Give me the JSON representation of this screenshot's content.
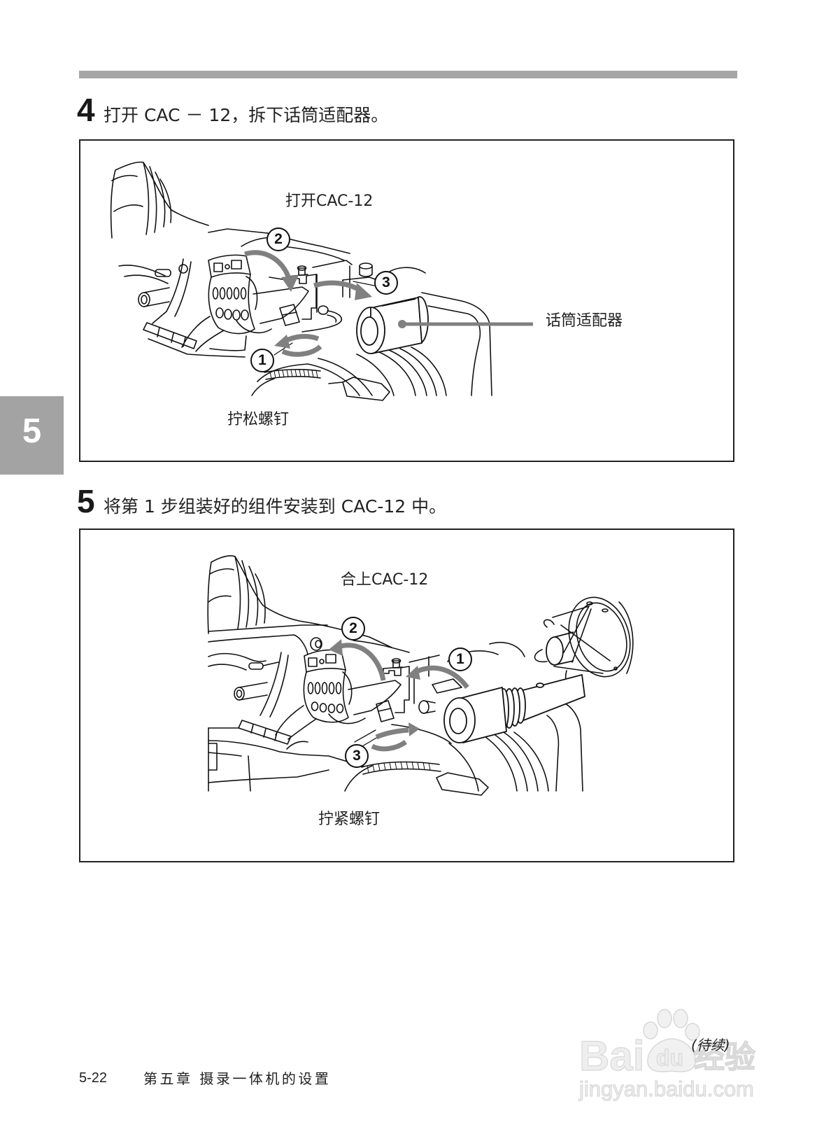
{
  "page": {
    "section_tab": {
      "number": "5"
    },
    "steps": [
      {
        "number": "4",
        "instruction": "打开 CAC － 12，拆下话筒适配器。",
        "figure": {
          "labels": {
            "action": "打开CAC-12",
            "part": "话筒适配器",
            "screw": "拧松螺钉"
          },
          "callouts": {
            "c1": "1",
            "c2": "2",
            "c3": "3"
          }
        }
      },
      {
        "number": "5",
        "instruction": "将第 1 步组装好的组件安装到 CAC-12 中。",
        "figure": {
          "labels": {
            "action": "合上CAC-12",
            "screw": "拧紧螺钉"
          },
          "callouts": {
            "c1": "1",
            "c2": "2",
            "c3": "3"
          }
        }
      }
    ],
    "continued": "(待续)",
    "footer": {
      "page_number": "5-22",
      "chapter": "第五章 摄录一体机的设置"
    }
  },
  "watermark": {
    "brand": "Bai",
    "paw_text": "du",
    "suffix": "经验",
    "url": "jingyan.baidu.com"
  },
  "colors": {
    "text": "#222222",
    "header_rule": "#a6a6a6",
    "section_tab": "#a3a3a3",
    "arrow": "#808080",
    "frame": "#222222",
    "watermark": "#e4e4e4"
  }
}
